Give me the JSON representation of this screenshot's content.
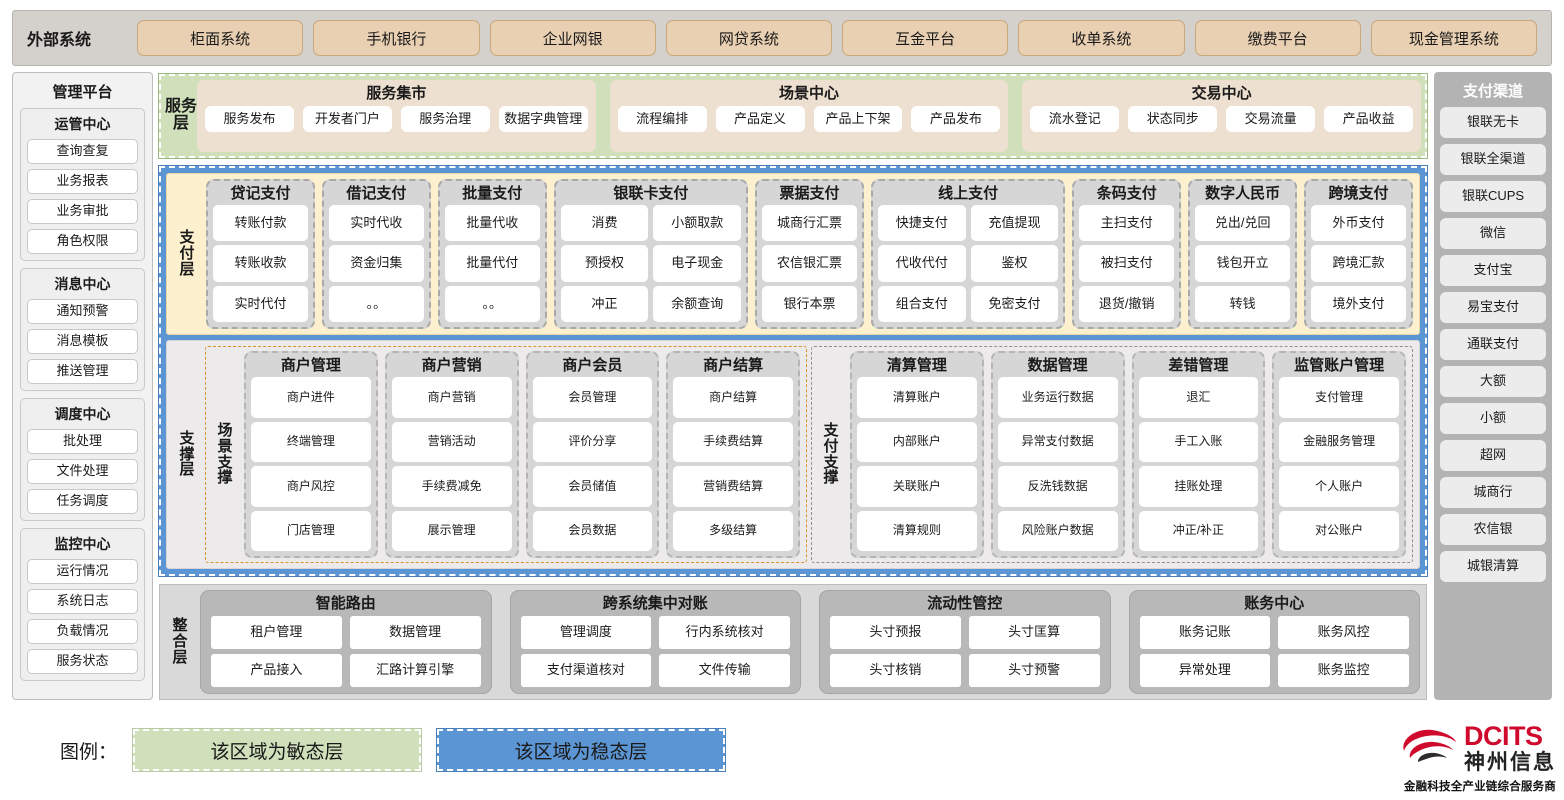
{
  "external": {
    "label": "外部系统",
    "items": [
      "柜面系统",
      "手机银行",
      "企业网银",
      "网贷系统",
      "互金平台",
      "收单系统",
      "缴费平台",
      "现金管理系统"
    ]
  },
  "management_platform": {
    "title": "管理平台",
    "groups": [
      {
        "title": "运管中心",
        "items": [
          "查询查复",
          "业务报表",
          "业务审批",
          "角色权限"
        ]
      },
      {
        "title": "消息中心",
        "items": [
          "通知预警",
          "消息模板",
          "推送管理"
        ]
      },
      {
        "title": "调度中心",
        "items": [
          "批处理",
          "文件处理",
          "任务调度"
        ]
      },
      {
        "title": "监控中心",
        "items": [
          "运行情况",
          "系统日志",
          "负载情况",
          "服务状态"
        ]
      }
    ]
  },
  "payment_channels": {
    "title": "支付渠道",
    "items": [
      "银联无卡",
      "银联全渠道",
      "银联CUPS",
      "微信",
      "支付宝",
      "易宝支付",
      "通联支付",
      "大额",
      "小额",
      "超网",
      "城商行",
      "农信银",
      "城银清算"
    ]
  },
  "service_layer": {
    "tag": "服务层",
    "groups": [
      {
        "title": "服务集市",
        "items": [
          "服务发布",
          "开发者门户",
          "服务治理",
          "数据字典管理"
        ]
      },
      {
        "title": "场景中心",
        "items": [
          "流程编排",
          "产品定义",
          "产品上下架",
          "产品发布"
        ]
      },
      {
        "title": "交易中心",
        "items": [
          "流水登记",
          "状态同步",
          "交易流量",
          "产品收益"
        ]
      }
    ]
  },
  "payment_layer": {
    "tag": "支付层",
    "groups": [
      {
        "title": "贷记支付",
        "cols": 1,
        "rows": [
          [
            "转账付款"
          ],
          [
            "转账收款"
          ],
          [
            "实时代付"
          ]
        ]
      },
      {
        "title": "借记支付",
        "cols": 1,
        "rows": [
          [
            "实时代收"
          ],
          [
            "资金归集"
          ],
          [
            "。。"
          ]
        ]
      },
      {
        "title": "批量支付",
        "cols": 1,
        "rows": [
          [
            "批量代收"
          ],
          [
            "批量代付"
          ],
          [
            "。。"
          ]
        ]
      },
      {
        "title": "银联卡支付",
        "cols": 2,
        "rows": [
          [
            "消费",
            "小额取款"
          ],
          [
            "预授权",
            "电子现金"
          ],
          [
            "冲正",
            "余额查询"
          ]
        ]
      },
      {
        "title": "票据支付",
        "cols": 1,
        "rows": [
          [
            "城商行汇票"
          ],
          [
            "农信银汇票"
          ],
          [
            "银行本票"
          ]
        ]
      },
      {
        "title": "线上支付",
        "cols": 2,
        "rows": [
          [
            "快捷支付",
            "充值提现"
          ],
          [
            "代收代付",
            "鉴权"
          ],
          [
            "组合支付",
            "免密支付"
          ]
        ]
      },
      {
        "title": "条码支付",
        "cols": 1,
        "rows": [
          [
            "主扫支付"
          ],
          [
            "被扫支付"
          ],
          [
            "退货/撤销"
          ]
        ]
      },
      {
        "title": "数字人民币",
        "cols": 1,
        "rows": [
          [
            "兑出/兑回"
          ],
          [
            "钱包开立"
          ],
          [
            "转钱"
          ]
        ]
      },
      {
        "title": "跨境支付",
        "cols": 1,
        "rows": [
          [
            "外币支付"
          ],
          [
            "跨境汇款"
          ],
          [
            "境外支付"
          ]
        ]
      }
    ]
  },
  "support_layer": {
    "tag": "支撑层",
    "zones": [
      {
        "tag": "场景支撑",
        "groups": [
          {
            "title": "商户管理",
            "items": [
              "商户进件",
              "终端管理",
              "商户风控",
              "门店管理"
            ]
          },
          {
            "title": "商户营销",
            "items": [
              "商户营销",
              "营销活动",
              "手续费减免",
              "展示管理"
            ]
          },
          {
            "title": "商户会员",
            "items": [
              "会员管理",
              "评价分享",
              "会员储值",
              "会员数据"
            ]
          },
          {
            "title": "商户结算",
            "items": [
              "商户结算",
              "手续费结算",
              "营销费结算",
              "多级结算"
            ]
          }
        ]
      },
      {
        "tag": "支付支撑",
        "groups": [
          {
            "title": "清算管理",
            "items": [
              "清算账户",
              "内部账户",
              "关联账户",
              "清算规则"
            ]
          },
          {
            "title": "数据管理",
            "items": [
              "业务运行数据",
              "异常支付数据",
              "反洗钱数据",
              "风险账户数据"
            ]
          },
          {
            "title": "差错管理",
            "items": [
              "退汇",
              "手工入账",
              "挂账处理",
              "冲正/补正"
            ]
          },
          {
            "title": "监管账户管理",
            "items": [
              "支付管理",
              "金融服务管理",
              "个人账户",
              "对公账户"
            ]
          }
        ]
      }
    ]
  },
  "integration_layer": {
    "tag": "整合层",
    "groups": [
      {
        "title": "智能路由",
        "rows": [
          [
            "租户管理",
            "数据管理"
          ],
          [
            "产品接入",
            "汇路计算引擎"
          ]
        ]
      },
      {
        "title": "跨系统集中对账",
        "rows": [
          [
            "管理调度",
            "行内系统核对"
          ],
          [
            "支付渠道核对",
            "文件传输"
          ]
        ]
      },
      {
        "title": "流动性管控",
        "rows": [
          [
            "头寸预报",
            "头寸匡算"
          ],
          [
            "头寸核销",
            "头寸预警"
          ]
        ]
      },
      {
        "title": "账务中心",
        "rows": [
          [
            "账务记账",
            "账务风控"
          ],
          [
            "异常处理",
            "账务监控"
          ]
        ]
      }
    ]
  },
  "legend": {
    "label": "图例：",
    "agile_text": "该区域为敏态层",
    "stable_text": "该区域为稳态层",
    "agile_color": "#cfe0bb",
    "stable_color": "#5b95d4"
  },
  "brand": {
    "name_en": "DCITS",
    "name_cn": "神州信息",
    "tagline": "金融科技全产业链综合服务商",
    "accent_color": "#cf0a2c"
  }
}
